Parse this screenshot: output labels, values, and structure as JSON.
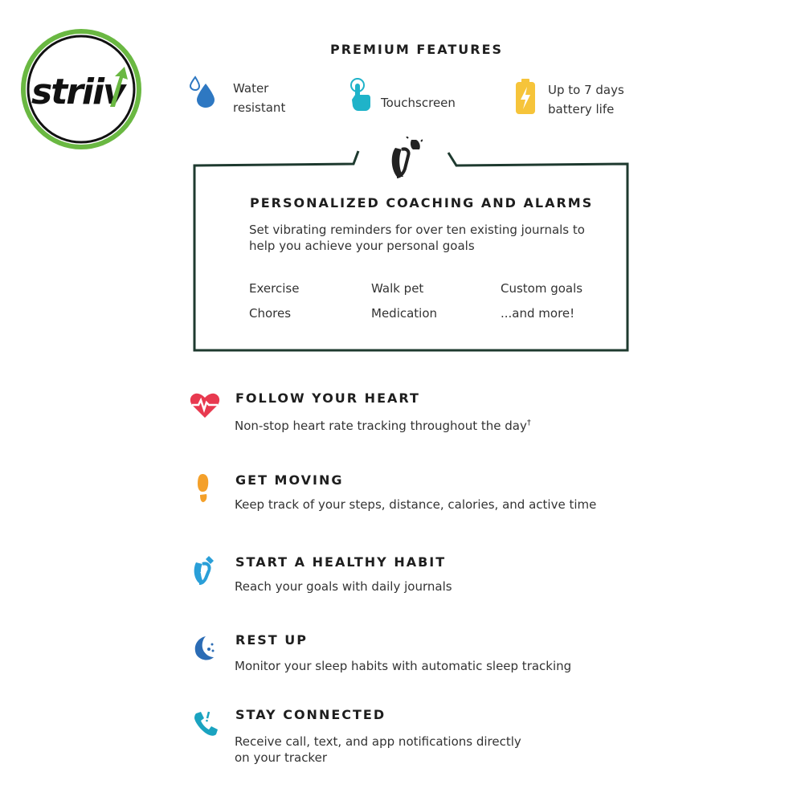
{
  "brand": {
    "logo_text": "striiv",
    "ring_color": "#6ab842",
    "arrow_color": "#6ab842"
  },
  "premium": {
    "title": "PREMIUM FEATURES",
    "features": [
      {
        "icon": "water-drop-icon",
        "line1": "Water",
        "line2": "resistant",
        "color": "#2e78c2"
      },
      {
        "icon": "touch-hand-icon",
        "line1": "Touchscreen",
        "line2": "",
        "color": "#1fb3c9"
      },
      {
        "icon": "battery-icon",
        "line1": "Up to 7 days",
        "line2": "battery life",
        "color": "#f6c43a"
      }
    ]
  },
  "coaching": {
    "title": "PERSONALIZED COACHING AND ALARMS",
    "desc": "Set vibrating reminders for over ten existing journals to help you achieve your personal goals",
    "journals": [
      "Exercise",
      "Walk pet",
      "Custom goals",
      "Chores",
      "Medication",
      "...and more!"
    ],
    "frame_color": "#1e3a2f"
  },
  "sections": [
    {
      "icon": "heart-rate-icon",
      "title": "FOLLOW YOUR HEART",
      "desc": "Non-stop heart rate tracking throughout the day",
      "sup": "†",
      "color": "#e8394f"
    },
    {
      "icon": "footprint-icon",
      "title": "GET MOVING",
      "desc": "Keep track of your steps, distance, calories, and active time",
      "sup": "",
      "color": "#f4a02a"
    },
    {
      "icon": "tracker-habit-icon",
      "title": "START A HEALTHY HABIT",
      "desc": "Reach your goals with daily journals",
      "sup": "",
      "color": "#2a9fd8"
    },
    {
      "icon": "moon-stars-icon",
      "title": "REST UP",
      "desc": "Monitor your sleep habits with automatic sleep tracking",
      "sup": "",
      "color": "#2b6cb5"
    },
    {
      "icon": "phone-notification-icon",
      "title": "STAY CONNECTED",
      "desc": "Receive call, text, and app notifications directly",
      "desc2": "on your tracker",
      "sup": "",
      "color": "#1aa3c0"
    }
  ]
}
